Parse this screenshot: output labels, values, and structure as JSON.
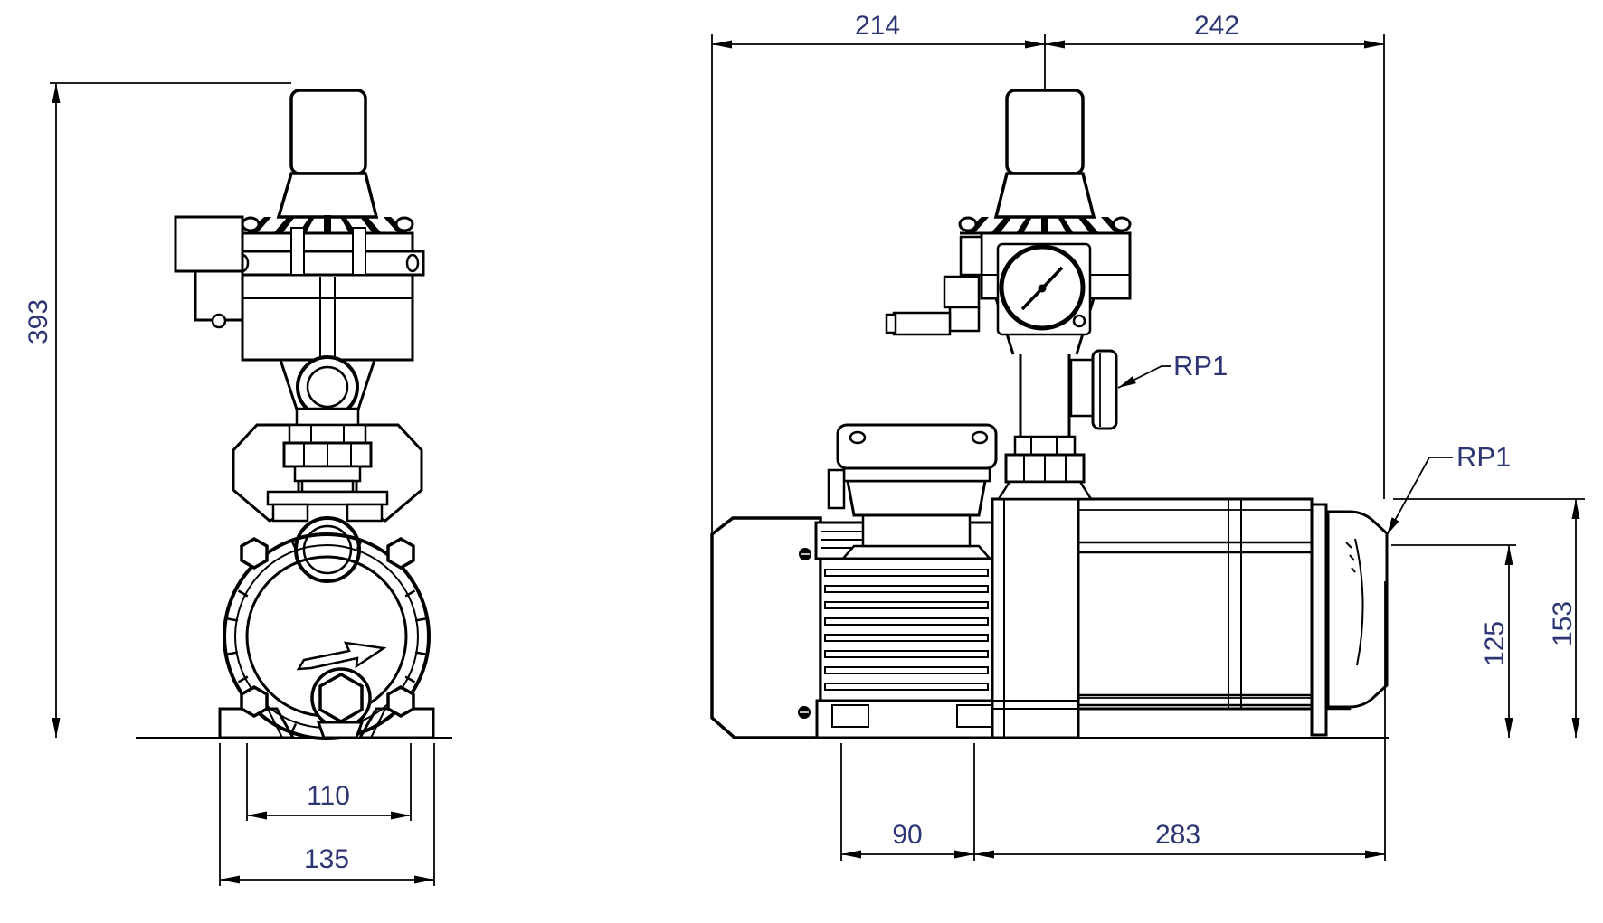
{
  "document": {
    "type": "technical-dimensional-drawing",
    "subject": "booster pump with pressure controller, two orthographic views"
  },
  "colors": {
    "background": "#ffffff",
    "line": "#000000",
    "dimension_text": "#2e3575"
  },
  "front_view": {
    "name": "front view",
    "dimensions": {
      "overall_height": "393",
      "foot_hole_spacing": "110",
      "base_width": "135"
    }
  },
  "side_view": {
    "name": "side view",
    "dimensions": {
      "rear_to_axis": "214",
      "axis_to_port": "242",
      "foot_spacing": "90",
      "foot_to_port_face": "283",
      "port_center_height": "125",
      "top_height": "153"
    },
    "labels": {
      "discharge_port": "RP1",
      "suction_port": "RP1"
    }
  }
}
